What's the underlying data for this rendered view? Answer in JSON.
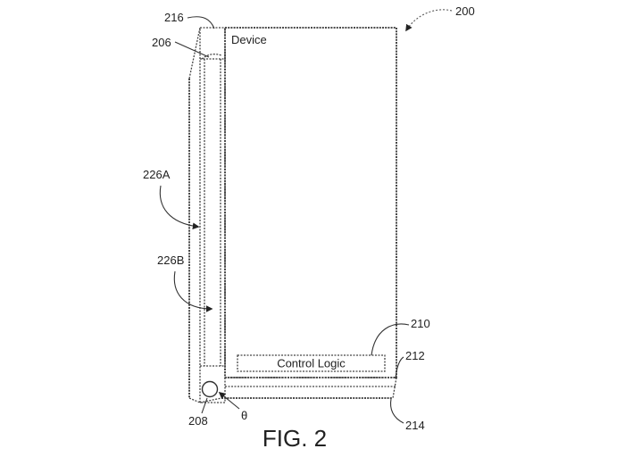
{
  "labels": {
    "ref_200": "200",
    "ref_216": "216",
    "ref_206": "206",
    "ref_226a": "226A",
    "ref_226b": "226B",
    "ref_210": "210",
    "ref_212": "212",
    "ref_214": "214",
    "ref_208": "208",
    "angle": "θ",
    "device": "Device",
    "control_logic": "Control Logic",
    "caption": "FIG. 2"
  },
  "colors": {
    "line": "#444444",
    "text": "#222222",
    "background": "#ffffff"
  }
}
